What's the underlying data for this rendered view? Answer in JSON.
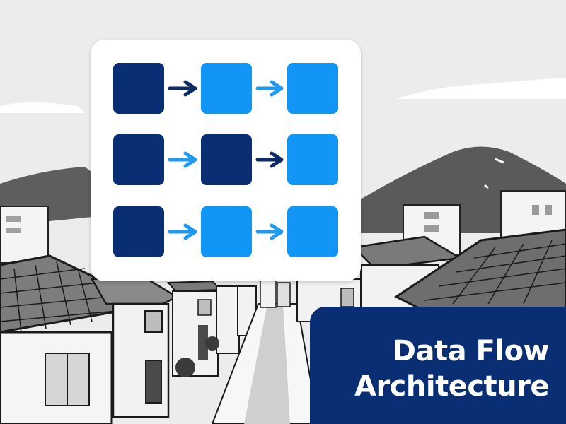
{
  "title": {
    "line1": "Data Flow",
    "line2": "Architecture"
  },
  "colors": {
    "dark_blue": "#0a2e73",
    "light_blue": "#1196f5",
    "arrow_dark": "#0b2a66",
    "arrow_light": "#1e9af0",
    "panel": "#0a2e73",
    "card": "#ffffff"
  },
  "diagram": {
    "rows": [
      {
        "nodes": [
          "dark",
          "light",
          "light"
        ],
        "arrows": [
          "dark",
          "light"
        ]
      },
      {
        "nodes": [
          "dark",
          "dark",
          "light"
        ],
        "arrows": [
          "light",
          "dark"
        ]
      },
      {
        "nodes": [
          "dark",
          "light",
          "light"
        ],
        "arrows": [
          "light",
          "light"
        ]
      }
    ]
  },
  "background": {
    "scene": "grayscale-street-illustration"
  }
}
